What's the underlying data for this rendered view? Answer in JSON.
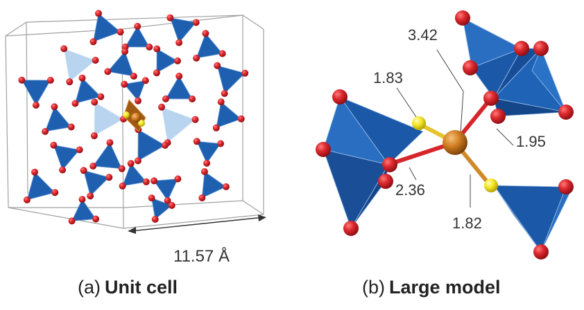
{
  "panels": {
    "a": {
      "tag": "(a)",
      "name": "Unit cell",
      "dimension_label": "11.57 Å"
    },
    "b": {
      "tag": "(b)",
      "name": "Large model",
      "bond_labels": [
        "3.42",
        "1.83",
        "1.95",
        "2.36",
        "1.82"
      ]
    }
  },
  "colors": {
    "tetrahedron": "#1f5fb0",
    "tetrahedron_light": "#b8d4ef",
    "oxygen": "#d6262c",
    "sulfur": "#f0e22a",
    "metal": "#c8781e",
    "cell_edges": "#9a9a9a"
  }
}
